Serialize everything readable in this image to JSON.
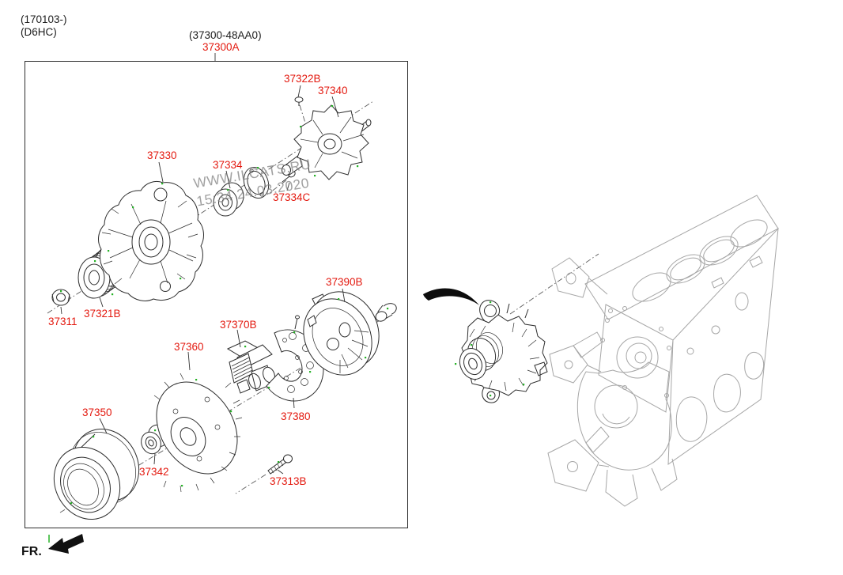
{
  "header": {
    "date_code": "(170103-)",
    "engine_code": "(D6HC)",
    "assembly_code": "(37300-48AA0)",
    "assembly_ref": "37300A"
  },
  "watermark": {
    "line1": "WWW.ILCATS.RU",
    "line2": "15:34 24.03.2020"
  },
  "footer": {
    "front_label": "FR."
  },
  "colors": {
    "label_red": "#e3190f",
    "line_black": "#2d2d2d",
    "engine_gray": "#a6a6a6",
    "hotspot_green": "#27b227",
    "background": "#ffffff"
  },
  "parts": [
    {
      "ref": "37322B"
    },
    {
      "ref": "37340"
    },
    {
      "ref": "37330"
    },
    {
      "ref": "37334"
    },
    {
      "ref": "37334C"
    },
    {
      "ref": "37311"
    },
    {
      "ref": "37321B"
    },
    {
      "ref": "37390B"
    },
    {
      "ref": "37370B"
    },
    {
      "ref": "37360"
    },
    {
      "ref": "37380"
    },
    {
      "ref": "37350"
    },
    {
      "ref": "37342"
    },
    {
      "ref": "37313B"
    }
  ]
}
